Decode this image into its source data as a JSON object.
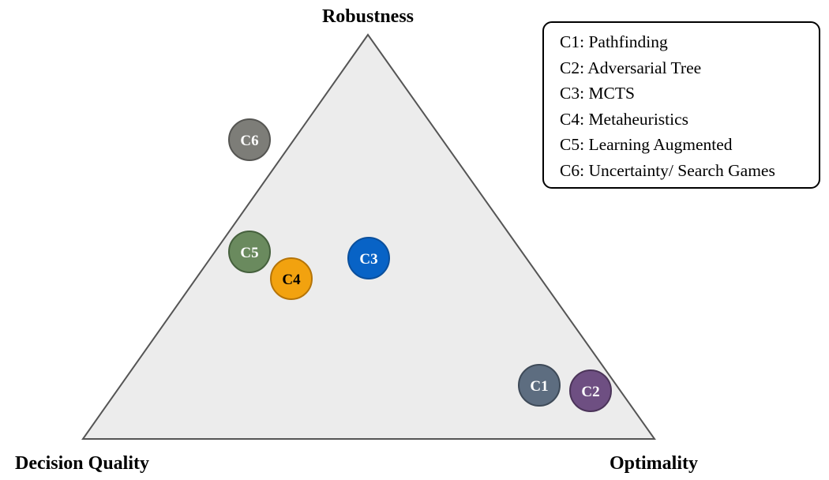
{
  "corners": {
    "top": "Robustness",
    "left": "Decision Quality",
    "right": "Optimality"
  },
  "colors": {
    "triangle_fill": "#ececec",
    "triangle_stroke": "#555555"
  },
  "nodes": [
    {
      "id": "c1",
      "label": "C1",
      "fill": "#5d6d80",
      "stroke": "#3e4a58",
      "text_color": "#ffffff"
    },
    {
      "id": "c2",
      "label": "C2",
      "fill": "#6e4f82",
      "stroke": "#4b3459",
      "text_color": "#ffffff"
    },
    {
      "id": "c3",
      "label": "C3",
      "fill": "#0863c6",
      "stroke": "#0a4f9c",
      "text_color": "#ffffff"
    },
    {
      "id": "c4",
      "label": "C4",
      "fill": "#f2a20f",
      "stroke": "#b57408",
      "text_color": "#000000"
    },
    {
      "id": "c5",
      "label": "C5",
      "fill": "#6a8a5e",
      "stroke": "#45603d",
      "text_color": "#ffffff"
    },
    {
      "id": "c6",
      "label": "C6",
      "fill": "#7d7d78",
      "stroke": "#555552",
      "text_color": "#ffffff"
    }
  ],
  "legend": {
    "items": [
      "C1: Pathfinding",
      "C2: Adversarial Tree",
      "C3: MCTS",
      "C4: Metaheuristics",
      "C5: Learning Augmented",
      "C6: Uncertainty/ Search Games"
    ]
  }
}
